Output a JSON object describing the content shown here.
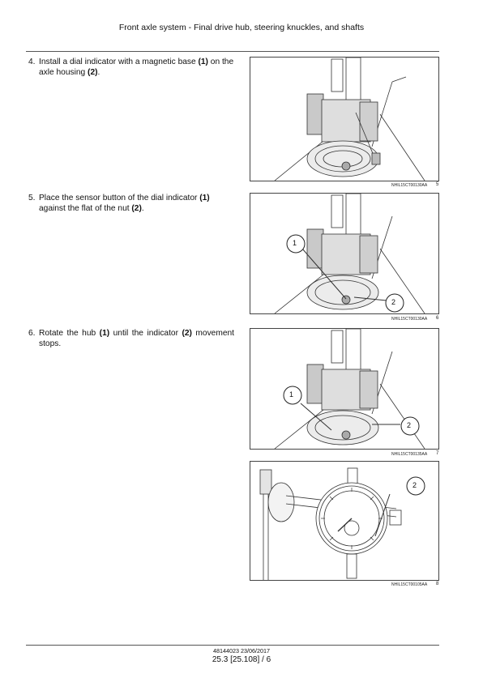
{
  "header": {
    "title": "Front axle system - Final drive hub, steering knuckles, and shafts"
  },
  "steps": [
    {
      "number": "4.",
      "parts": [
        "Install a dial indicator with a magnetic base ",
        "(1)",
        " on the axle housing ",
        "(2)",
        "."
      ]
    },
    {
      "number": "5.",
      "parts": [
        "Place the sensor button of the dial indicator ",
        "(1)",
        " against the flat of the nut ",
        "(2)",
        "."
      ]
    },
    {
      "number": "6.",
      "parts": [
        "Rotate the hub ",
        "(1)",
        " until the indicator ",
        "(2)",
        " movement stops."
      ]
    }
  ],
  "figures": [
    {
      "code": "NHIL15CT00130AA",
      "number": "5",
      "callouts": []
    },
    {
      "code": "NHIL15CT00130AA",
      "number": "6",
      "callouts": [
        "1",
        "2"
      ]
    },
    {
      "code": "NHIL15CT00135AA",
      "number": "7",
      "callouts": [
        "1",
        "2"
      ]
    },
    {
      "code": "NHIL15CT00105AA",
      "number": "8",
      "callouts": [
        "2"
      ]
    }
  ],
  "footer": {
    "doc": "48144023 23/06/2017",
    "page": "25.3 [25.108] / 6"
  }
}
